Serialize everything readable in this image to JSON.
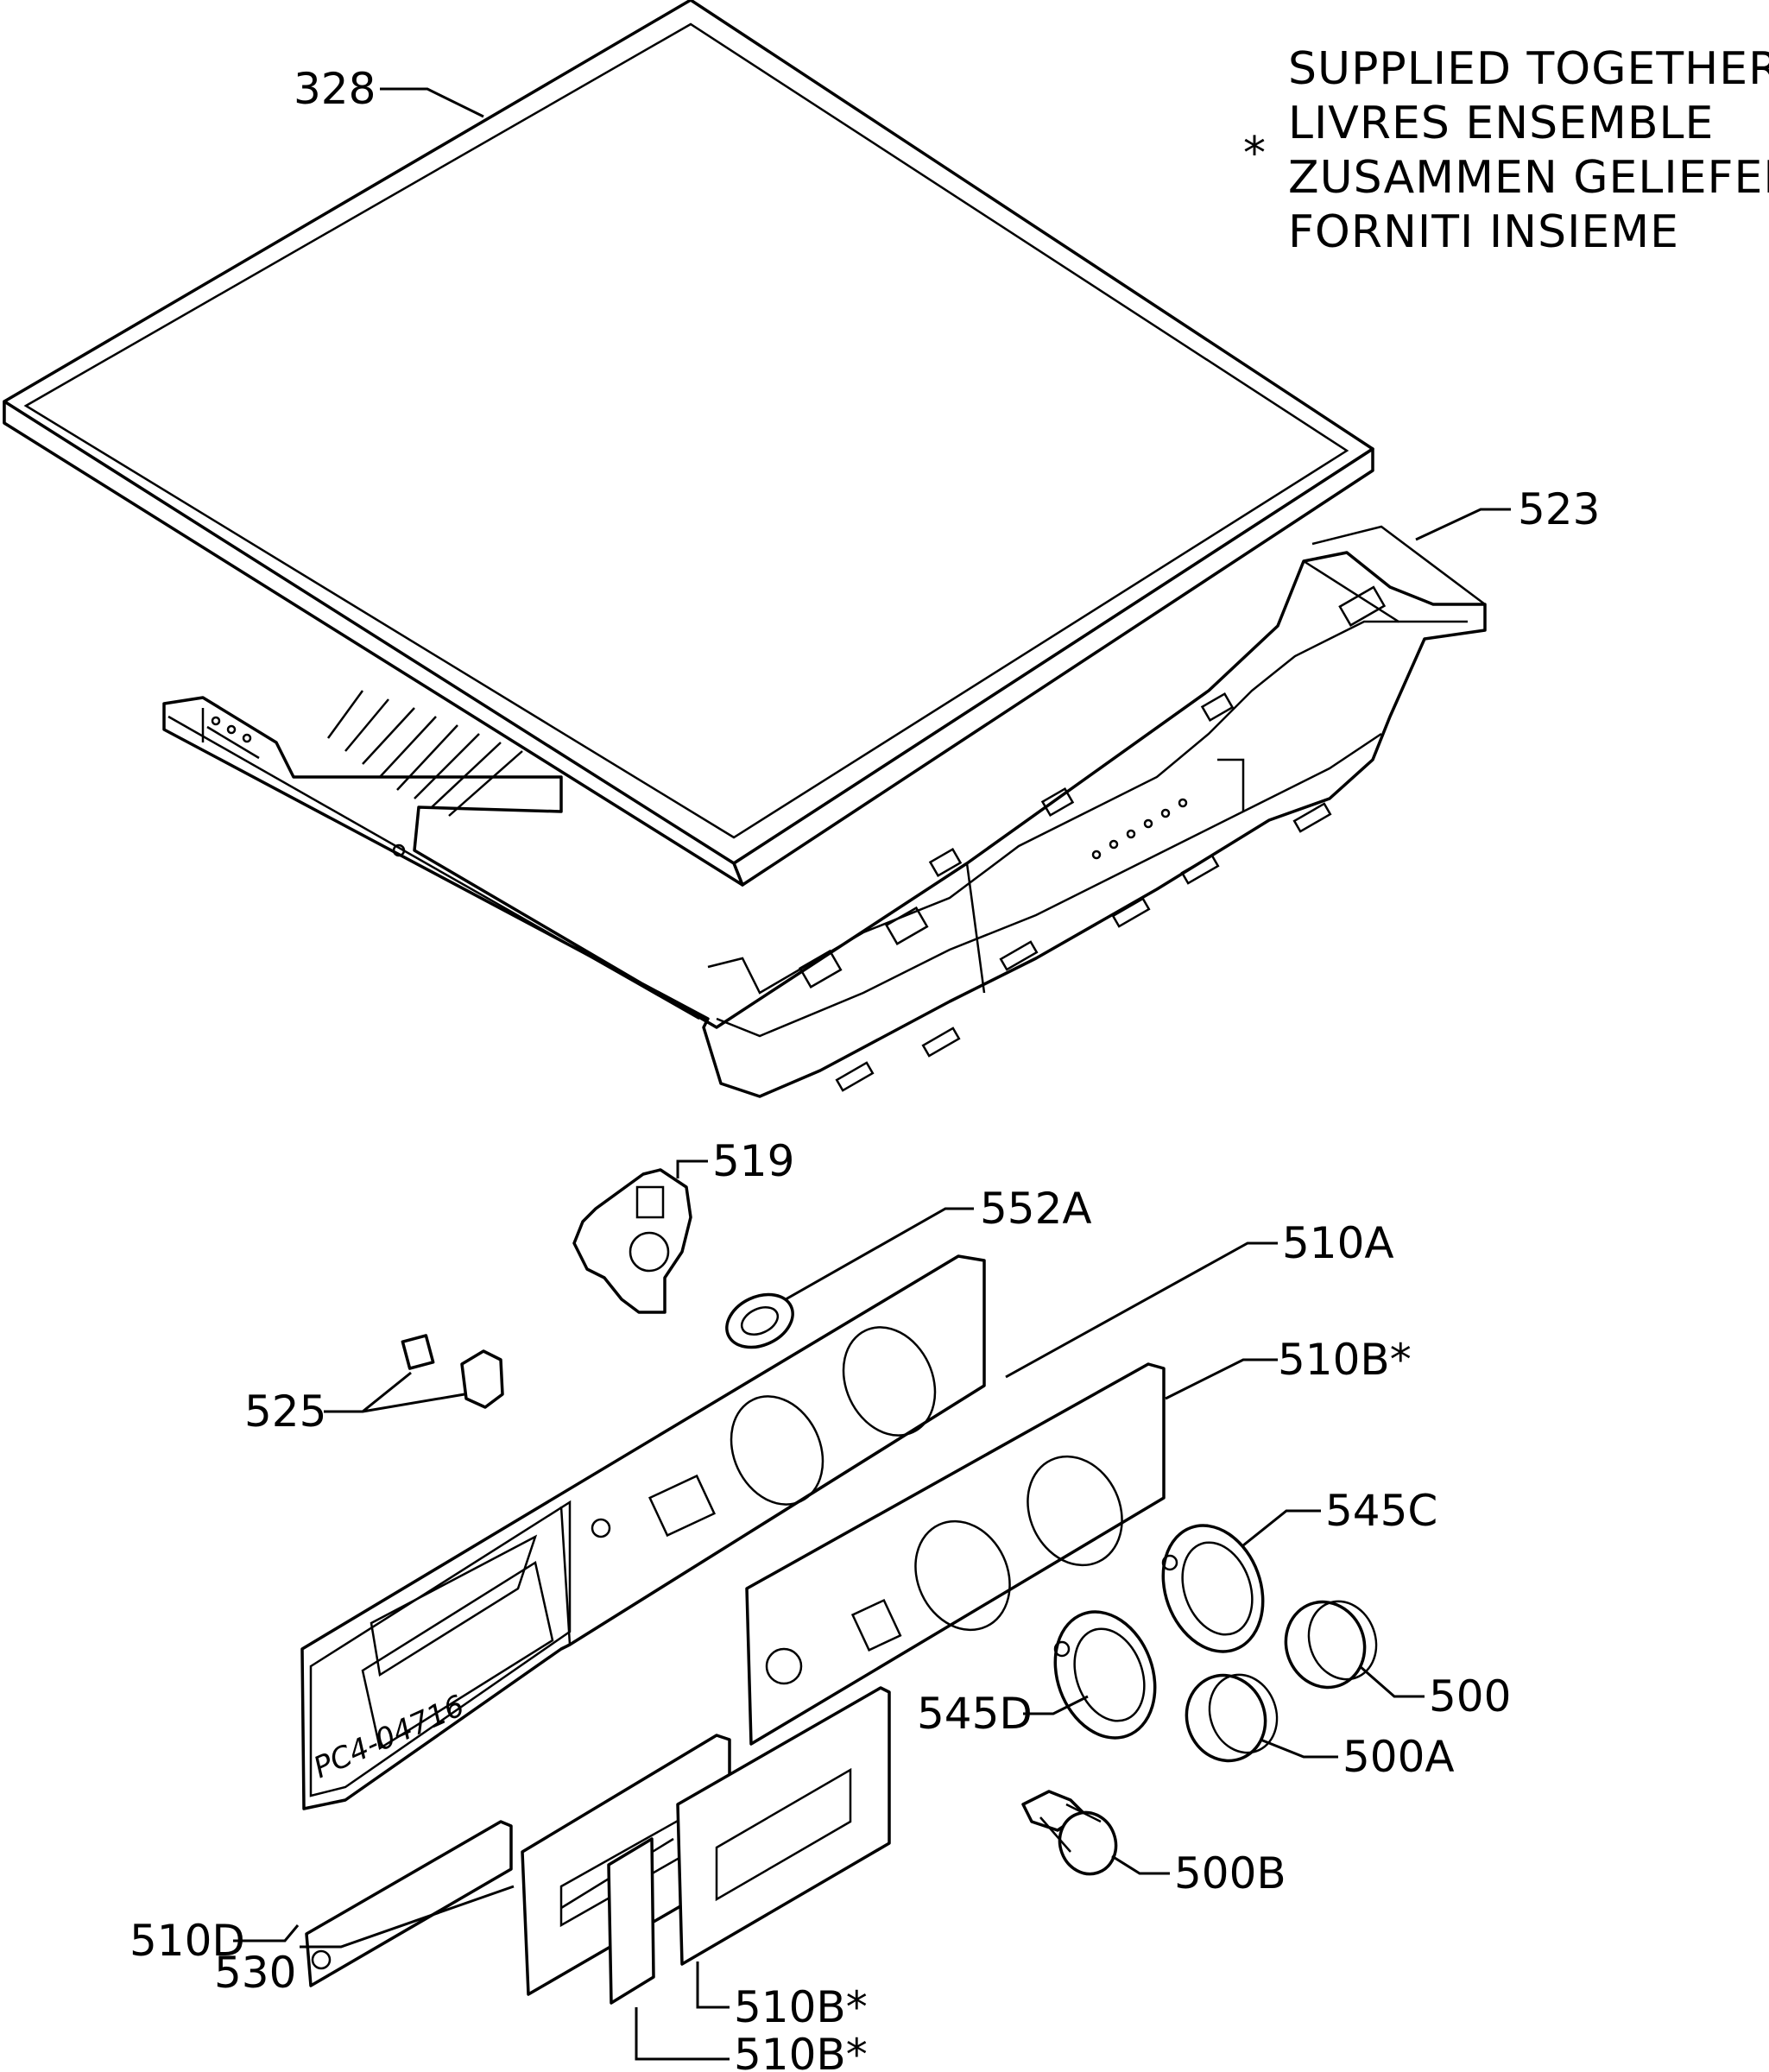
{
  "note": {
    "marker": "*",
    "lines": [
      "SUPPLIED TOGETHER",
      "LIVRES ENSEMBLE",
      "ZUSAMMEN GELIEFERT",
      "FORNITI INSIEME"
    ]
  },
  "drawing_code": "PC4-04716",
  "labels": {
    "p328": "328",
    "p523": "523",
    "p519": "519",
    "p552A": "552A",
    "p510A": "510A",
    "p510B_a": "510B*",
    "p525": "525",
    "p545C": "545C",
    "p545D": "545D",
    "p500": "500",
    "p500A": "500A",
    "p500B": "500B",
    "p510D": "510D",
    "p530": "530",
    "p510B_b": "510B*",
    "p510B_c": "510B*"
  }
}
